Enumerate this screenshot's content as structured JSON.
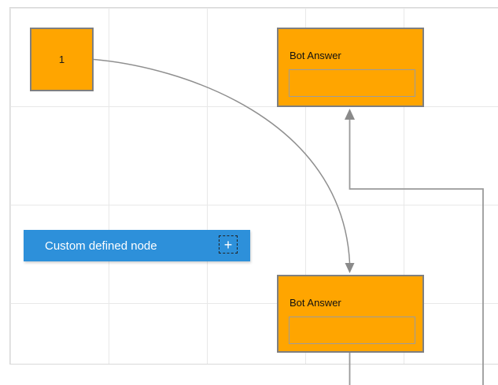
{
  "nodes": {
    "start": {
      "label": "1"
    },
    "bot_answer_top": {
      "title": "Bot Answer",
      "field_value": ""
    },
    "bot_answer_bottom": {
      "title": "Bot Answer",
      "field_value": ""
    },
    "custom": {
      "label": "Custom defined node"
    }
  },
  "icons": {
    "add": "+"
  },
  "connectors": [
    {
      "from": "node-1",
      "to": "bot-answer-bottom",
      "type": "curve",
      "arrow": "down"
    },
    {
      "from": "bot-answer-bottom",
      "to": "bot-answer-top",
      "type": "orthogonal",
      "arrow": "up"
    }
  ],
  "colors": {
    "node_fill": "#ffa500",
    "node_border": "#7f7f7f",
    "custom_node_fill": "#2d90da",
    "connector": "#8f8f8f",
    "grid_line": "#e8e8e8",
    "canvas_border": "#d9d9d9"
  }
}
